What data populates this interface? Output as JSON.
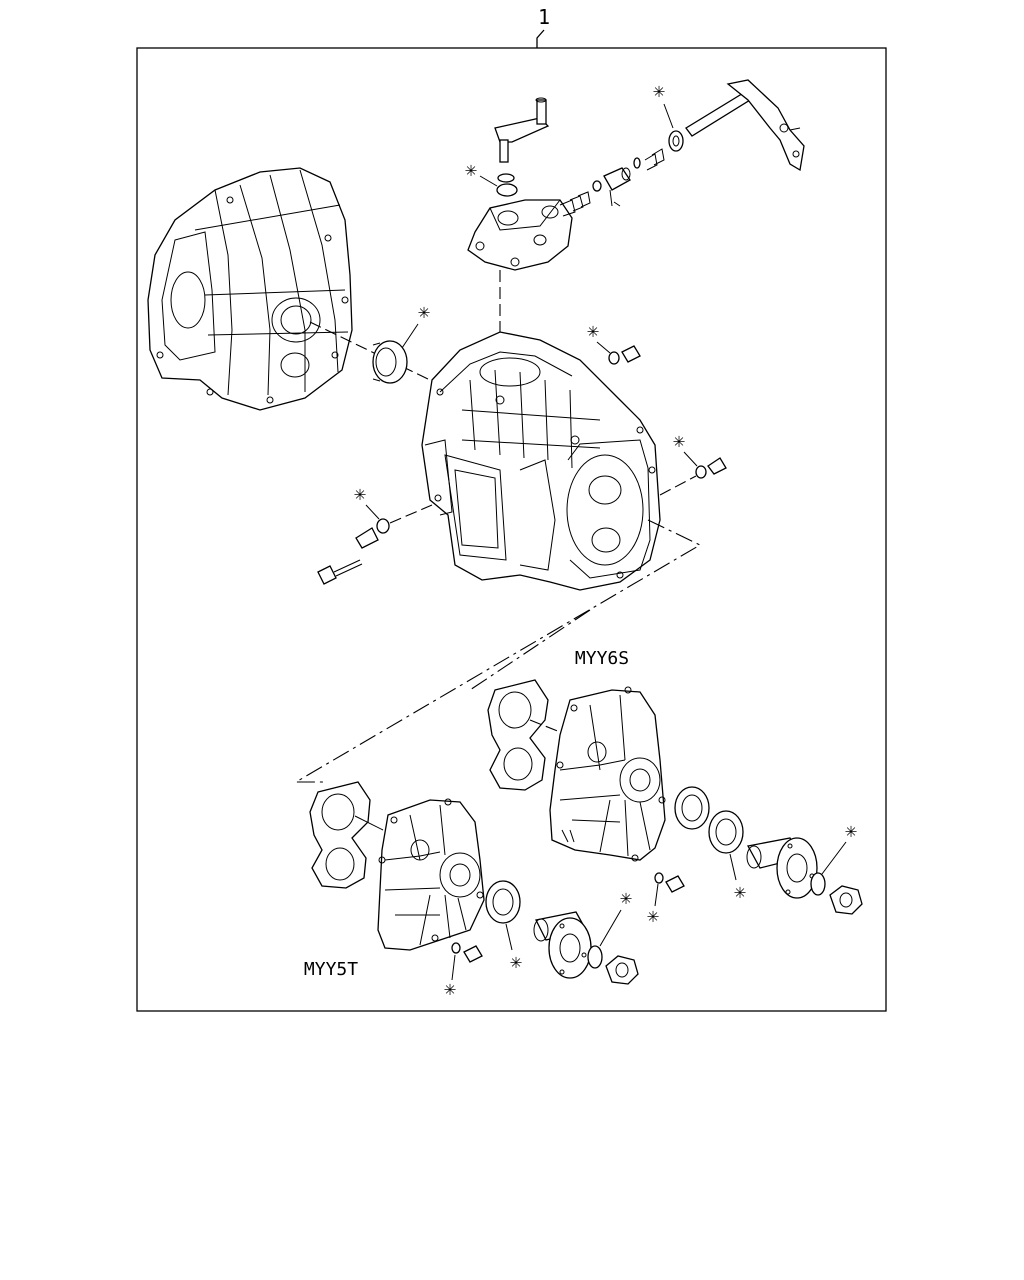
{
  "diagram": {
    "callout_number": "1",
    "asterisk_symbol": "✳",
    "variant_labels": {
      "top": "MYY6S",
      "bottom": "MYY5T"
    }
  }
}
